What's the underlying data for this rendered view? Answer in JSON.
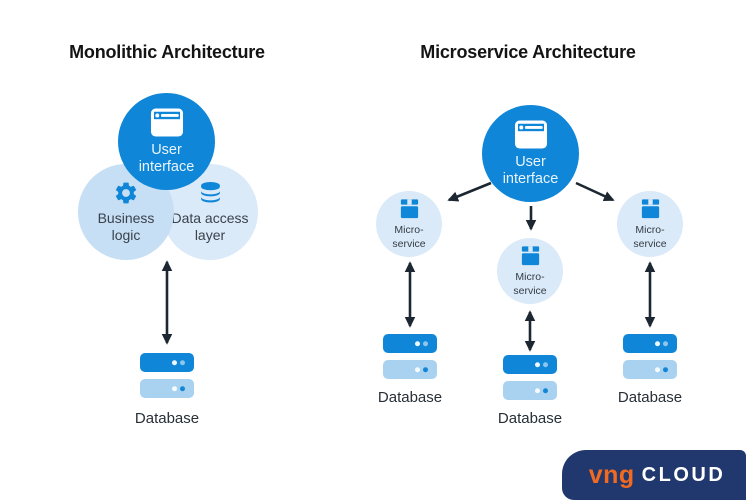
{
  "colors": {
    "primary_blue": "#0f86d8",
    "business_circle_blue": "#c7dff4",
    "soft_circle_blue": "#dbeaf8",
    "server_bar_light": "#a8d2f0",
    "arrow_dark": "#1c2732",
    "text_dark": "#39424c",
    "database_label": "#272f37",
    "logo_navy": "#20386e",
    "logo_orange": "#f16a21"
  },
  "monolithic": {
    "title": "Monolithic Architecture",
    "user_interface": {
      "label": "User\ninterface"
    },
    "business_logic": {
      "label": "Business\nlogic"
    },
    "data_access": {
      "label": "Data access\nlayer"
    },
    "database": {
      "label": "Database"
    }
  },
  "microservice": {
    "title": "Microservice Architecture",
    "user_interface": {
      "label": "User\ninterface"
    },
    "services": [
      {
        "name": "Micro-\nservice",
        "database_label": "Database"
      },
      {
        "name": "Micro-\nservice",
        "database_label": "Database"
      },
      {
        "name": "Micro-\nservice",
        "database_label": "Database"
      }
    ]
  },
  "logo": {
    "brand": "vng",
    "product": "CLOUD"
  }
}
